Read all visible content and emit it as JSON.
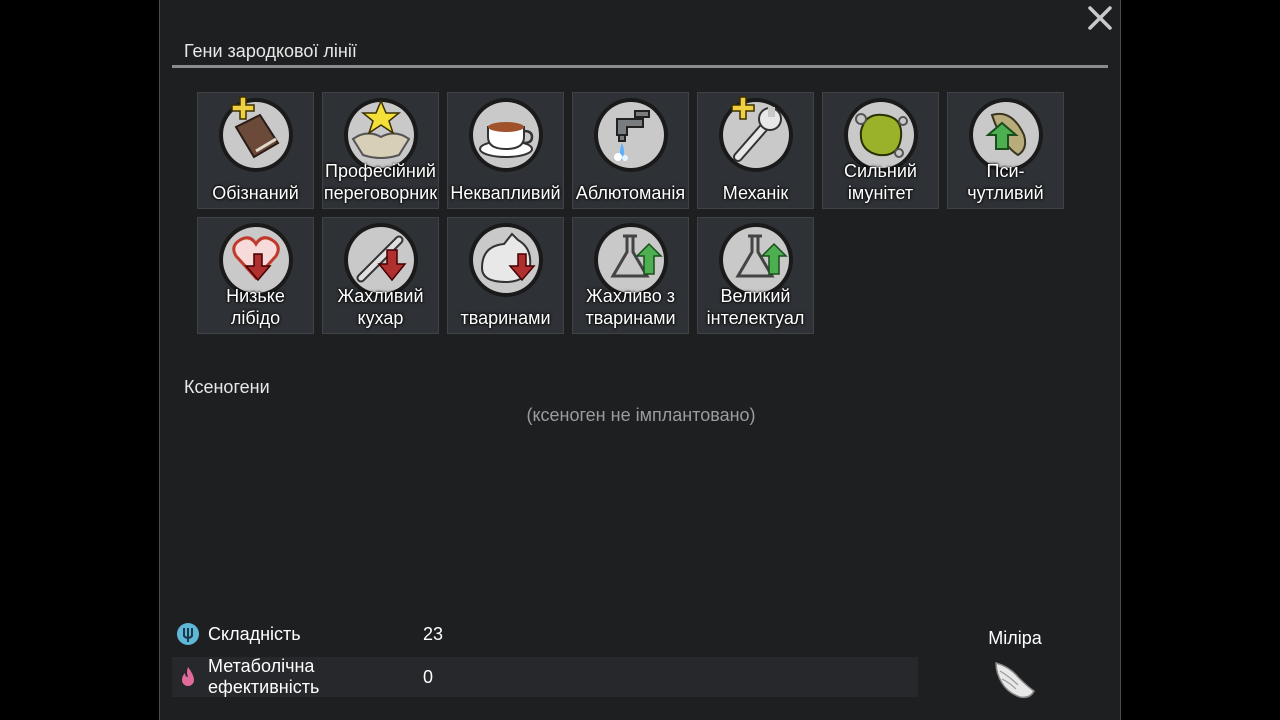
{
  "window": {
    "close_icon": "close-icon",
    "germline_title": "Гени зародкової лінії",
    "xenogenes_title": "Ксеногени",
    "xenogenes_empty": "(ксеноген не імплантовано)"
  },
  "genes": [
    {
      "label": "Обізнаний",
      "icon": "book-plus-icon"
    },
    {
      "label": "Професійний\nпереговорник",
      "icon": "handshake-star-icon"
    },
    {
      "label": "Неквапливий",
      "icon": "teacup-icon"
    },
    {
      "label": "Аблютоманія",
      "icon": "faucet-icon"
    },
    {
      "label": "Механік",
      "icon": "wrench-plus-icon"
    },
    {
      "label": "Сильний\nімунітет",
      "icon": "immunity-blob-icon"
    },
    {
      "label": "Пси-\nчутливий",
      "icon": "psychic-up-icon"
    },
    {
      "label": "Низьке\nлібідо",
      "icon": "heart-down-icon"
    },
    {
      "label": "Жахливий\nкухар",
      "icon": "cook-down-icon"
    },
    {
      "label": "тваринами",
      "icon": "animal-down-icon"
    },
    {
      "label": "Жахливо з\nтваринами",
      "icon": "flask-up-icon"
    },
    {
      "label": "Великий\nінтелектуал",
      "icon": "flask-up-icon"
    }
  ],
  "stats": {
    "complexity_label": "Складність",
    "complexity_value": "23",
    "complexity_icon": "complexity-icon",
    "metabolic_label": "Метаболічна ефективність",
    "metabolic_value": "0",
    "metabolic_icon": "flame-icon"
  },
  "xenotype": {
    "name": "Міліра",
    "icon": "wing-icon"
  }
}
